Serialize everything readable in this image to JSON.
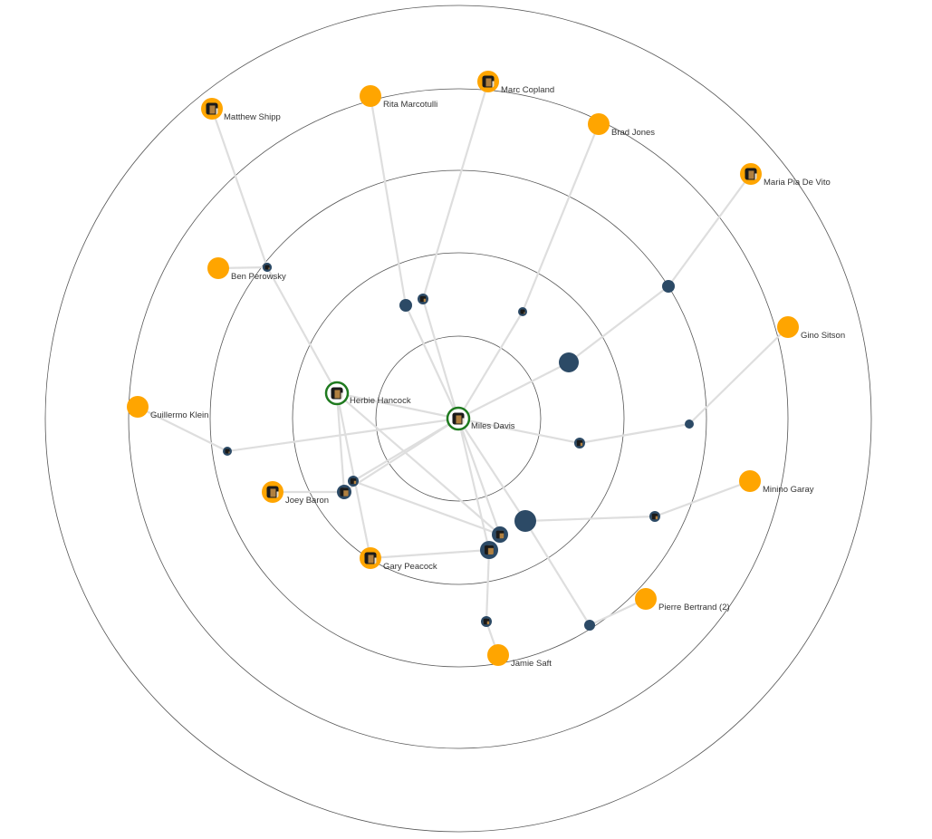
{
  "colors": {
    "collaborator": "#ffa500",
    "release": "#2c4a66",
    "focus_ring": "#1f7a1f",
    "edge": "#dedede",
    "ring": "#555555",
    "label": "#333333"
  },
  "nodes": [
    {
      "id": "miles",
      "label": "Miles Davis",
      "kind": "focus",
      "photo": true
    },
    {
      "id": "herbie",
      "label": "Herbie Hancock",
      "kind": "focus",
      "photo": true
    },
    {
      "id": "matthew",
      "label": "Matthew Shipp",
      "kind": "collaborator",
      "photo": true
    },
    {
      "id": "rita",
      "label": "Rita Marcotulli",
      "kind": "collaborator",
      "photo": false
    },
    {
      "id": "marc",
      "label": "Marc Copland",
      "kind": "collaborator",
      "photo": true
    },
    {
      "id": "brad",
      "label": "Brad Jones",
      "kind": "collaborator",
      "photo": false
    },
    {
      "id": "maria",
      "label": "Maria Pia De Vito",
      "kind": "collaborator",
      "photo": true
    },
    {
      "id": "ben",
      "label": "Ben Perowsky",
      "kind": "collaborator",
      "photo": false
    },
    {
      "id": "gino",
      "label": "Gino Sitson",
      "kind": "collaborator",
      "photo": false
    },
    {
      "id": "guillermo",
      "label": "Guillermo Klein",
      "kind": "collaborator",
      "photo": false
    },
    {
      "id": "joey",
      "label": "Joey Baron",
      "kind": "collaborator",
      "photo": true
    },
    {
      "id": "minino",
      "label": "Minino Garay",
      "kind": "collaborator",
      "photo": false
    },
    {
      "id": "gary",
      "label": "Gary Peacock",
      "kind": "collaborator",
      "photo": true
    },
    {
      "id": "pierre",
      "label": "Pierre Bertrand (2)",
      "kind": "collaborator",
      "photo": false
    },
    {
      "id": "jamie",
      "label": "Jamie Saft",
      "kind": "collaborator",
      "photo": false
    },
    {
      "id": "r1",
      "label": "",
      "kind": "release",
      "photo": true
    },
    {
      "id": "r2",
      "label": "",
      "kind": "release",
      "photo": false
    },
    {
      "id": "r3",
      "label": "",
      "kind": "release",
      "photo": true
    },
    {
      "id": "r4",
      "label": "",
      "kind": "release",
      "photo": true
    },
    {
      "id": "r5",
      "label": "",
      "kind": "release",
      "photo": false
    },
    {
      "id": "r6",
      "label": "",
      "kind": "release",
      "photo": false
    },
    {
      "id": "r7",
      "label": "",
      "kind": "release",
      "photo": false
    },
    {
      "id": "r8",
      "label": "",
      "kind": "release",
      "photo": true
    },
    {
      "id": "r9",
      "label": "",
      "kind": "release",
      "photo": true
    },
    {
      "id": "r10",
      "label": "",
      "kind": "release",
      "photo": true
    },
    {
      "id": "r11",
      "label": "",
      "kind": "release",
      "photo": true
    },
    {
      "id": "r12",
      "label": "",
      "kind": "release",
      "photo": true
    },
    {
      "id": "r13",
      "label": "",
      "kind": "release",
      "photo": true
    },
    {
      "id": "r14",
      "label": "",
      "kind": "release",
      "photo": false
    },
    {
      "id": "r15",
      "label": "",
      "kind": "release",
      "photo": true
    },
    {
      "id": "r16",
      "label": "",
      "kind": "release",
      "photo": true
    },
    {
      "id": "r17",
      "label": "",
      "kind": "release",
      "photo": true
    },
    {
      "id": "r18",
      "label": "",
      "kind": "release",
      "photo": false
    }
  ],
  "edges": [
    [
      "miles",
      "herbie"
    ],
    [
      "miles",
      "r2"
    ],
    [
      "miles",
      "r3"
    ],
    [
      "miles",
      "r4"
    ],
    [
      "miles",
      "r5"
    ],
    [
      "miles",
      "r8"
    ],
    [
      "miles",
      "r9"
    ],
    [
      "miles",
      "r11"
    ],
    [
      "miles",
      "r12"
    ],
    [
      "miles",
      "r13"
    ],
    [
      "miles",
      "r14"
    ],
    [
      "miles",
      "r10"
    ],
    [
      "herbie",
      "r1"
    ],
    [
      "herbie",
      "r10"
    ],
    [
      "herbie",
      "gary"
    ],
    [
      "herbie",
      "r12"
    ],
    [
      "r1",
      "matthew"
    ],
    [
      "r2",
      "rita"
    ],
    [
      "r3",
      "marc"
    ],
    [
      "r4",
      "brad"
    ],
    [
      "r5",
      "r6"
    ],
    [
      "r6",
      "maria"
    ],
    [
      "r7",
      "gino"
    ],
    [
      "r8",
      "r7"
    ],
    [
      "r9",
      "guillermo"
    ],
    [
      "r10",
      "joey"
    ],
    [
      "r16",
      "ben"
    ],
    [
      "r14",
      "r15"
    ],
    [
      "r15",
      "minino"
    ],
    [
      "r14",
      "r18"
    ],
    [
      "r18",
      "pierre"
    ],
    [
      "r13",
      "r17"
    ],
    [
      "r17",
      "jamie"
    ],
    [
      "r11",
      "r12"
    ],
    [
      "r13",
      "gary"
    ]
  ]
}
